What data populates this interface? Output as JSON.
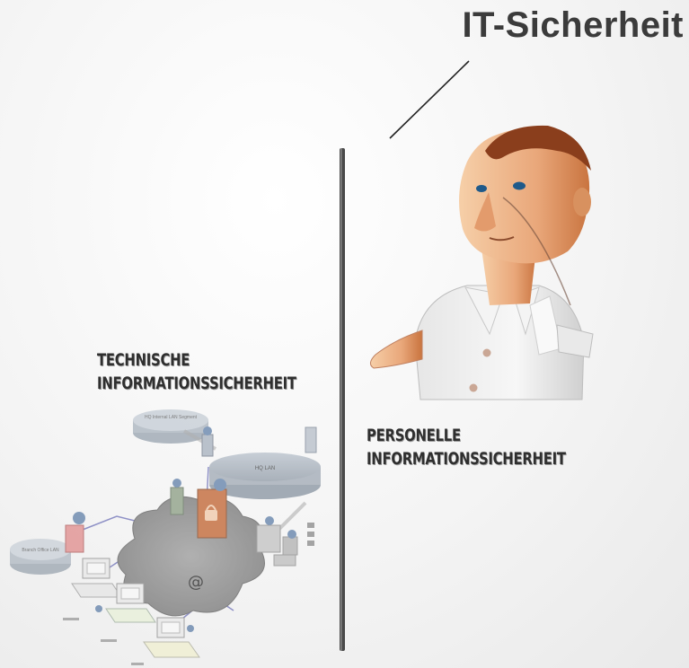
{
  "title": "IT-Sicherheit",
  "technical": {
    "line1": "TECHNISCHE",
    "line2": "INFORMATIONSSICHERHEIT"
  },
  "personal": {
    "line1": "PERSONELLE",
    "line2": "INFORMATIONSSICHERHEIT"
  },
  "network": {
    "branch_office": "Branch Office LAN",
    "hq_lan": "HQ LAN",
    "hq_internal": "HQ Internal LAN Segment",
    "cloud_symbol": "@"
  },
  "colors": {
    "title": "#3b3b3b",
    "divider": "#4a4a4a",
    "skin": "#e8b48a",
    "hair": "#8a3e1c",
    "firewall": "#c0612e"
  }
}
